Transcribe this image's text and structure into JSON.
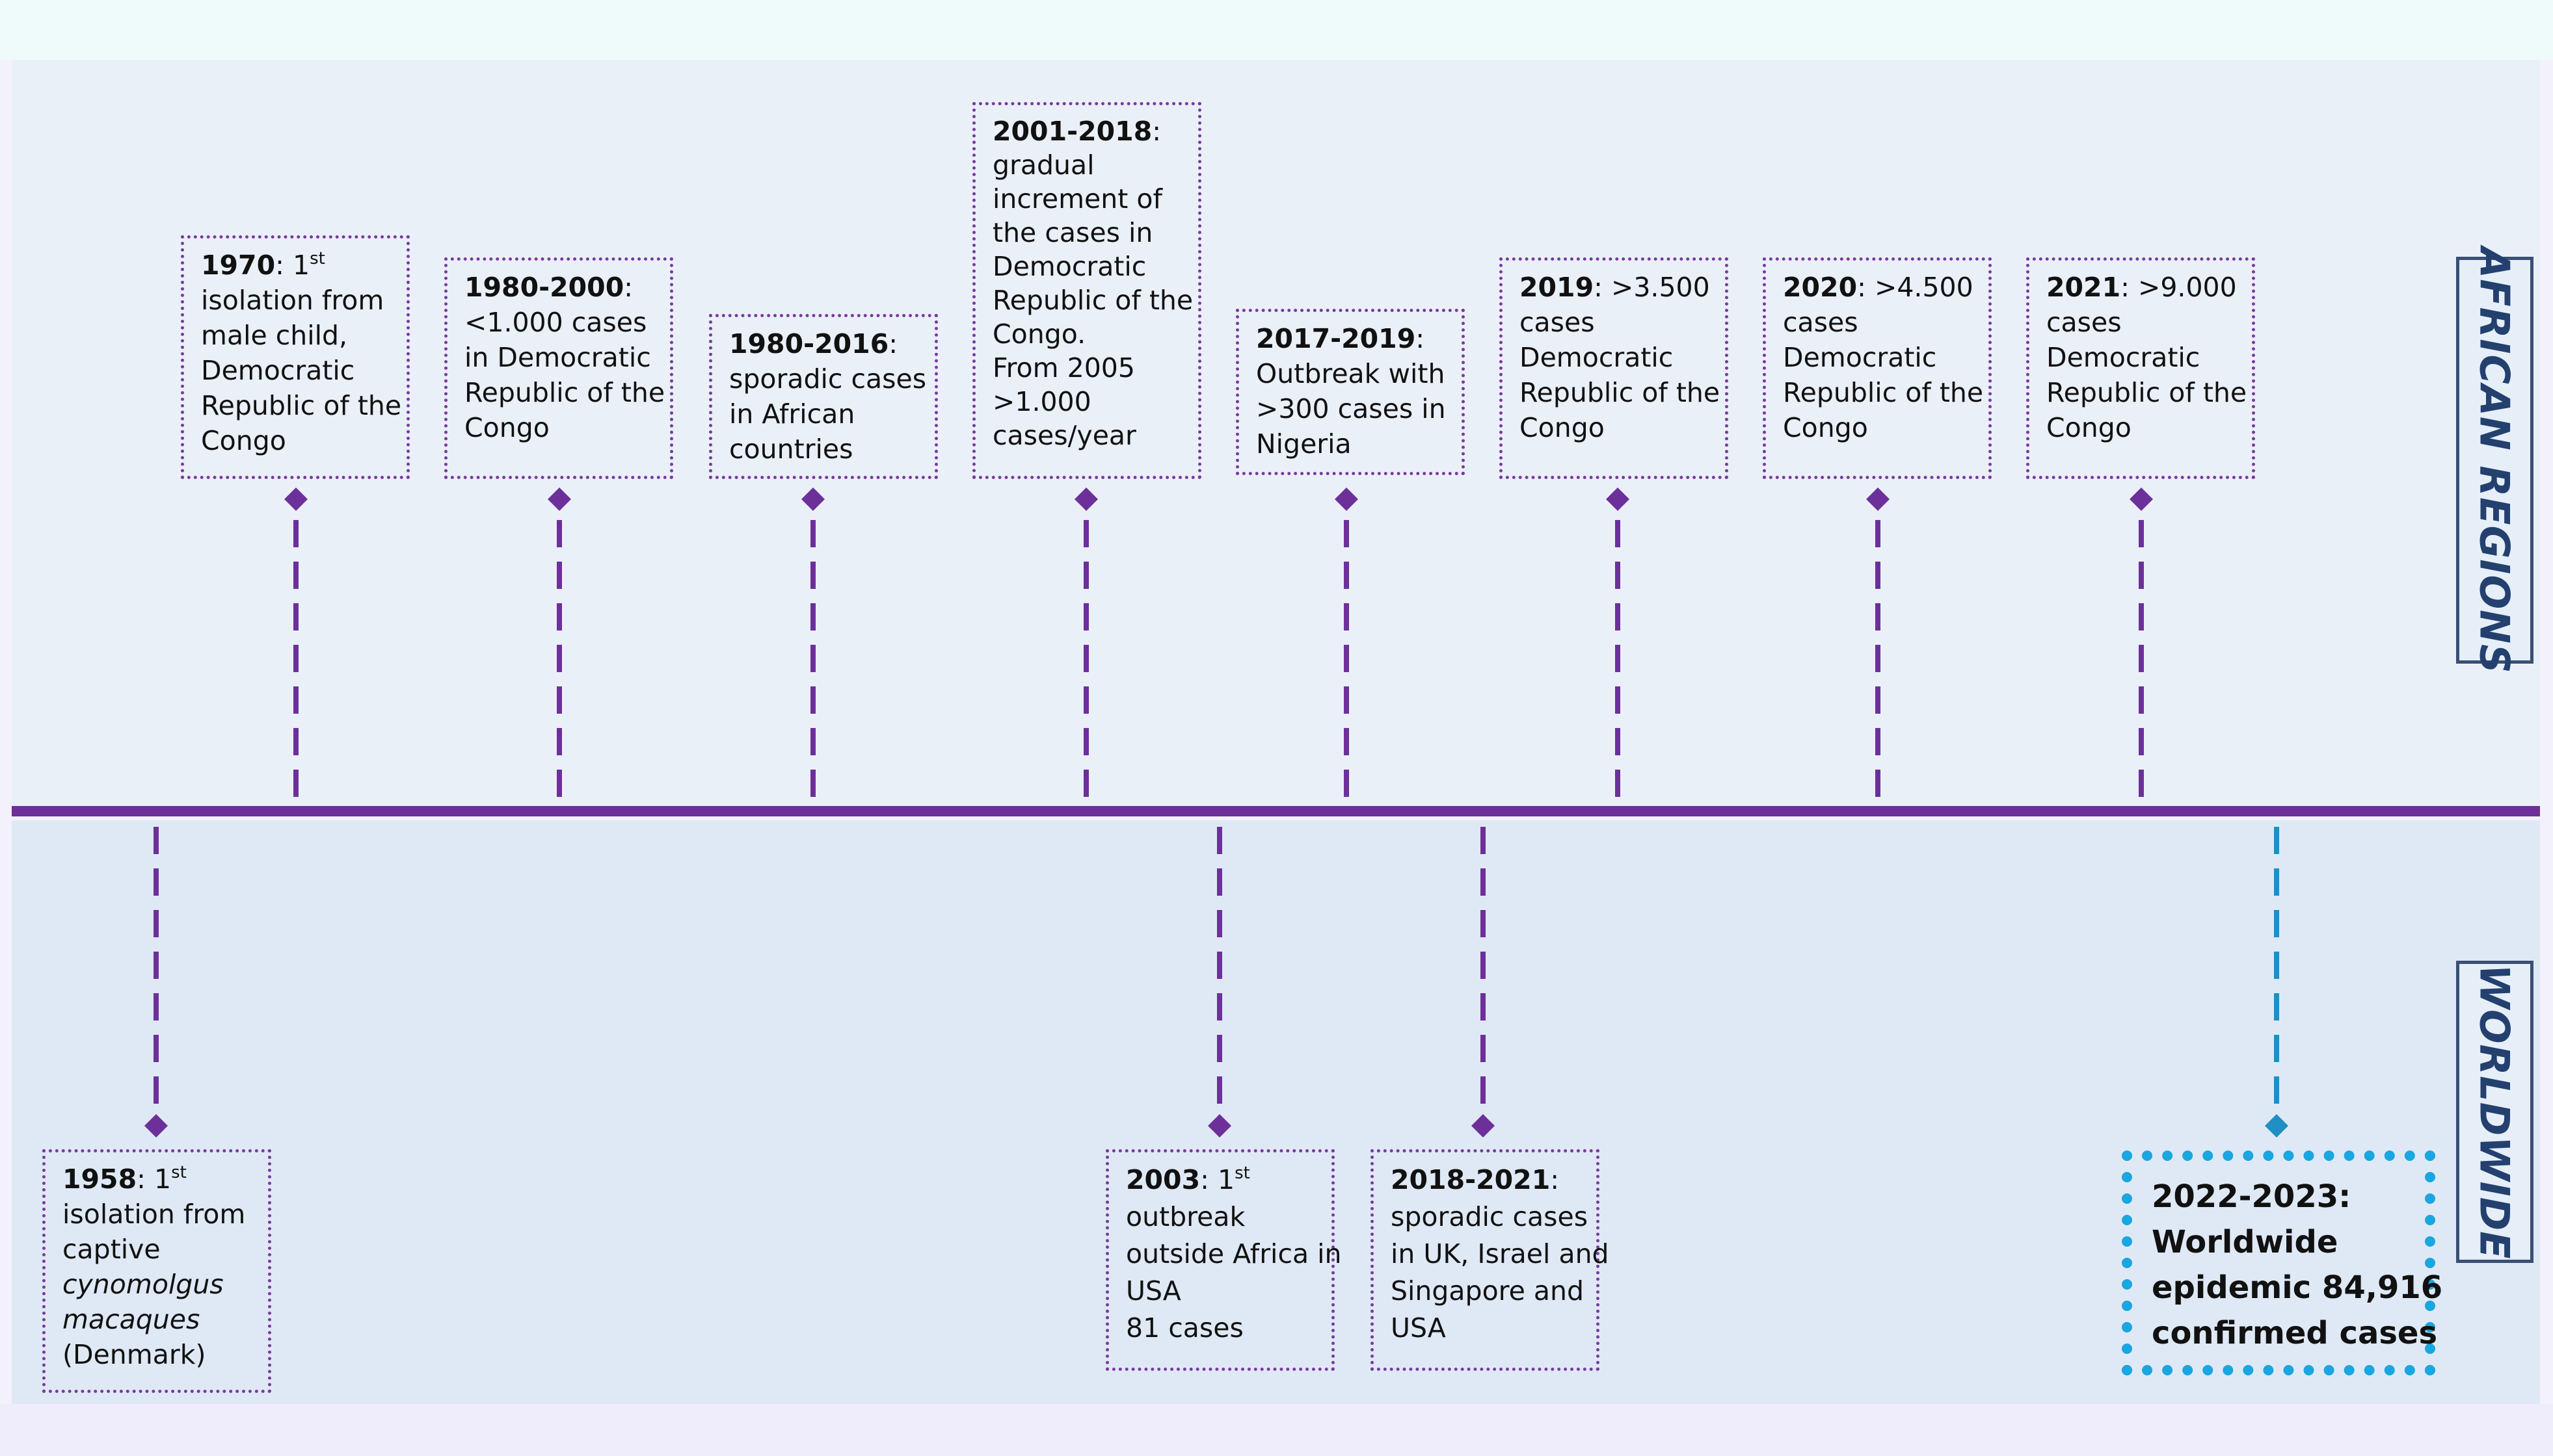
{
  "regions": {
    "african": "AFRICAN REGIONS",
    "worldwide": "WORLDWIDE"
  },
  "colors": {
    "timeline": "#6d2f9a",
    "event_marker": "#6d2f9a",
    "highlight_marker": "#1f8fc4",
    "highlight_border": "#1aa6e0",
    "label_text": "#23406e"
  },
  "african_events": [
    {
      "year": "1970",
      "lines": [
        "isolation from",
        "male child,",
        "Democratic",
        "Republic of the",
        "Congo"
      ]
    },
    {
      "year": "1980-2000",
      "lines": [
        "<1.000 cases",
        "in Democratic",
        "Republic of the",
        "Congo"
      ]
    },
    {
      "year": "1980-2016",
      "lines": [
        "sporadic cases",
        "in African",
        "countries"
      ]
    },
    {
      "year": "2001-2018",
      "lines": [
        "gradual",
        "increment of",
        "the cases in",
        "Democratic",
        "Republic of the",
        "Congo.",
        "From 2005",
        ">1.000",
        "cases/year"
      ]
    },
    {
      "year": "2017-2019",
      "lines": [
        "Outbreak with",
        ">300 cases in",
        "Nigeria"
      ]
    },
    {
      "year": "2019",
      "lines": [
        "cases",
        "Democratic",
        "Republic of the",
        "Congo"
      ]
    },
    {
      "year": "2020",
      "lines": [
        "cases",
        "Democratic",
        "Republic of the",
        "Congo"
      ]
    },
    {
      "year": "2021",
      "lines": [
        "cases",
        "Democratic",
        "Republic of the",
        "Congo"
      ]
    }
  ],
  "worldwide_events": [
    {
      "year": "1958",
      "lines": [
        "isolation from",
        "captive",
        "cynomolgus",
        "macaques",
        "(Denmark)"
      ]
    },
    {
      "year": "2003",
      "lines": [
        "outbreak",
        "outside Africa in",
        "USA",
        "81 cases"
      ]
    },
    {
      "year": "2018-2021",
      "lines": [
        "sporadic cases",
        "in UK, Israel and",
        "Singapore and",
        "USA"
      ]
    },
    {
      "year": "2022-2023:",
      "lines": [
        "Worldwide",
        "epidemic 84,916",
        "confirmed cases"
      ]
    }
  ],
  "inline": {
    "first": "1",
    "st": "st",
    "count_2019": ">3.500",
    "count_2020": ">4.500",
    "count_2021": ">9.000"
  }
}
